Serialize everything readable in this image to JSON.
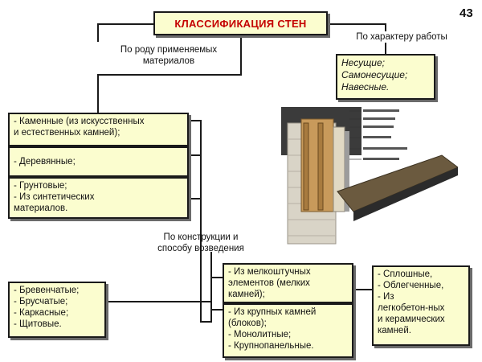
{
  "page_number": "43",
  "title": "КЛАССИФИКАЦИЯ  СТЕН",
  "headings": {
    "materials": "По роду применяемых\nматериалов",
    "work": "По характеру работы",
    "construction": "По конструкции и\nспособу возведения"
  },
  "work_box": {
    "items": [
      "Несущие;",
      "Самонесущие;",
      "Навесные."
    ]
  },
  "material_boxes": [
    {
      "items": [
        "- Каменные (из искусственных\nи естественных камней);"
      ]
    },
    {
      "items": [
        "- Деревянные;"
      ]
    },
    {
      "items": [
        "- Грунтовые;",
        "- Из синтетических\nматериалов."
      ]
    }
  ],
  "construction_left_box": {
    "items": [
      "- Бревенчатые;",
      "- Брусчатые;",
      "- Каркасные;",
      "- Щитовые."
    ]
  },
  "construction_mid_boxes": [
    {
      "items": [
        "- Из мелкоштучных\nэлементов (мелких\nкамней);"
      ]
    },
    {
      "items": [
        "- Из крупных камней\n(блоков);",
        "- Монолитные;",
        "- Крупнопанельные."
      ]
    }
  ],
  "construction_right_box": {
    "items": [
      "- Сплошные,",
      "- Облегченные,",
      "- Из\nлегкобетон-ных\nи керамических\nкамней."
    ]
  },
  "colors": {
    "box_fill": "#fbfdcf",
    "title_text": "#c40000",
    "line": "#1a1a1a"
  }
}
